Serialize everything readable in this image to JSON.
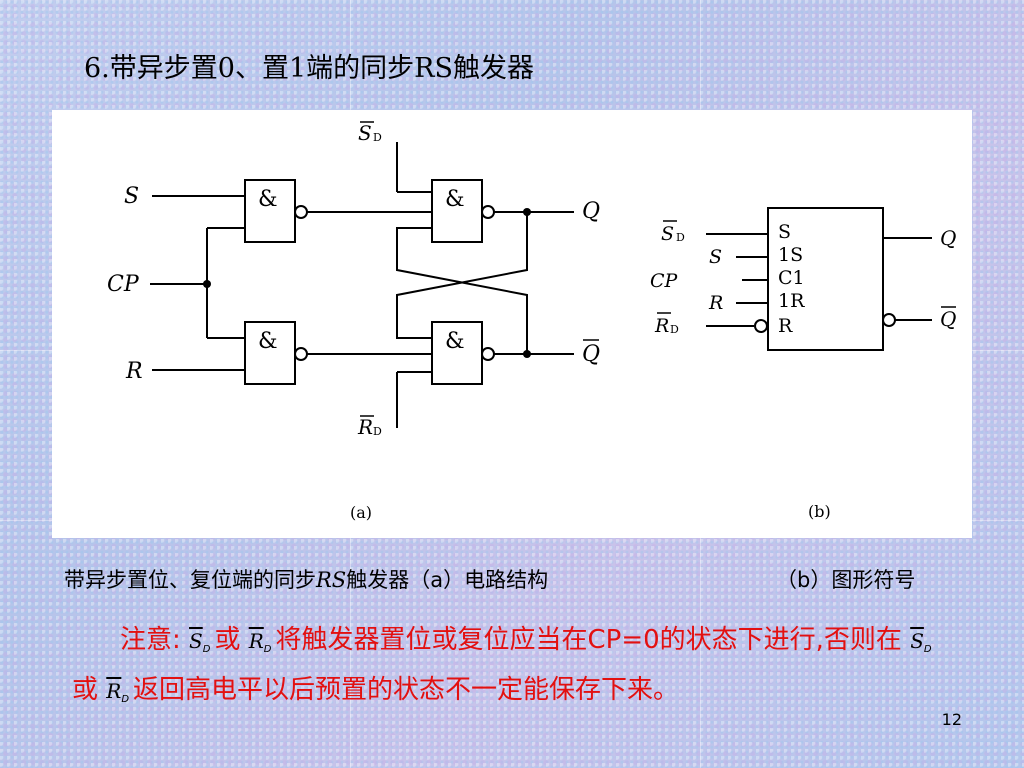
{
  "title": "6.带异步置0、置1端的同步RS触发器",
  "circuit": {
    "gate_symbol": "&",
    "inputs": {
      "s": "S",
      "cp": "CP",
      "r": "R"
    },
    "async_set": {
      "base": "S",
      "sub": "D"
    },
    "async_reset": {
      "base": "R",
      "sub": "D"
    },
    "outputs": {
      "q": "Q",
      "qbar": "Q"
    },
    "label": "(a)"
  },
  "symbol": {
    "pins_left": [
      "S",
      "1S",
      "C1",
      "1R",
      "R"
    ],
    "ext_labels": {
      "sd_base": "S",
      "sd_sub": "D",
      "s": "S",
      "cp": "CP",
      "r": "R",
      "rd_base": "R",
      "rd_sub": "D"
    },
    "outputs": {
      "q": "Q",
      "qbar": "Q"
    },
    "label": "(b)"
  },
  "caption": {
    "part1": "带异步置位、复位端的同步",
    "rs": "RS",
    "part2": "触发器（a）电路结构",
    "part3": "（b）图形符号"
  },
  "note": {
    "lead": "注意:",
    "sym_s": "S",
    "sym_sub": "D",
    "or1": "或",
    "sym_r": "R",
    "text1": "将触发器置位或复位应当在CP=0的状态下进行,否则在",
    "or2": "或",
    "text2": "返回高电平以后预置的状态不一定能保存下来。"
  },
  "page_number": "12",
  "colors": {
    "accent_red": "#e31010",
    "background": "#b9c7e8"
  }
}
